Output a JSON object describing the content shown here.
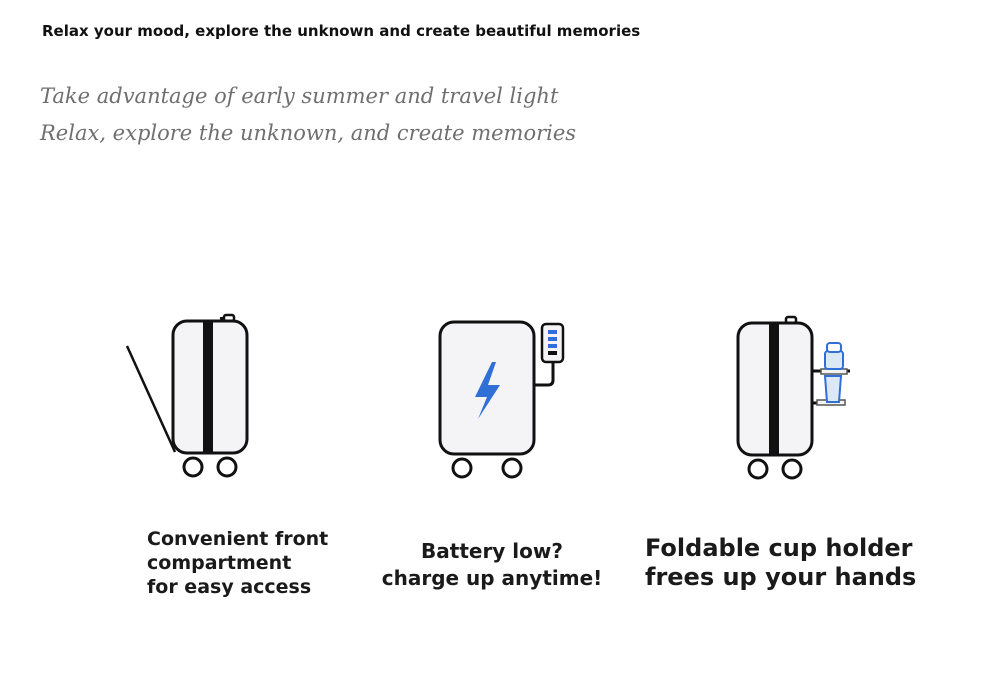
{
  "headline": "Relax your mood, explore the unknown and create beautiful memories",
  "tagline": {
    "line1": "Take advantage of early summer and travel light",
    "line2": "Relax, explore the unknown, and create memories"
  },
  "features": [
    {
      "icon": "suitcase-front-compartment-icon",
      "lines": [
        "Convenient front",
        "compartment",
        "for easy access"
      ]
    },
    {
      "icon": "suitcase-charging-icon",
      "lines": [
        "Battery low?",
        "charge up anytime!"
      ]
    },
    {
      "icon": "suitcase-cup-holder-icon",
      "lines": [
        "Foldable cup holder",
        "frees up your hands"
      ]
    }
  ],
  "colors": {
    "text": "#1a1a1a",
    "tagline": "#6f6f6f",
    "icon_stroke": "#111111",
    "icon_fill": "#f4f4f6",
    "accent_blue": "#2f6fd6"
  }
}
